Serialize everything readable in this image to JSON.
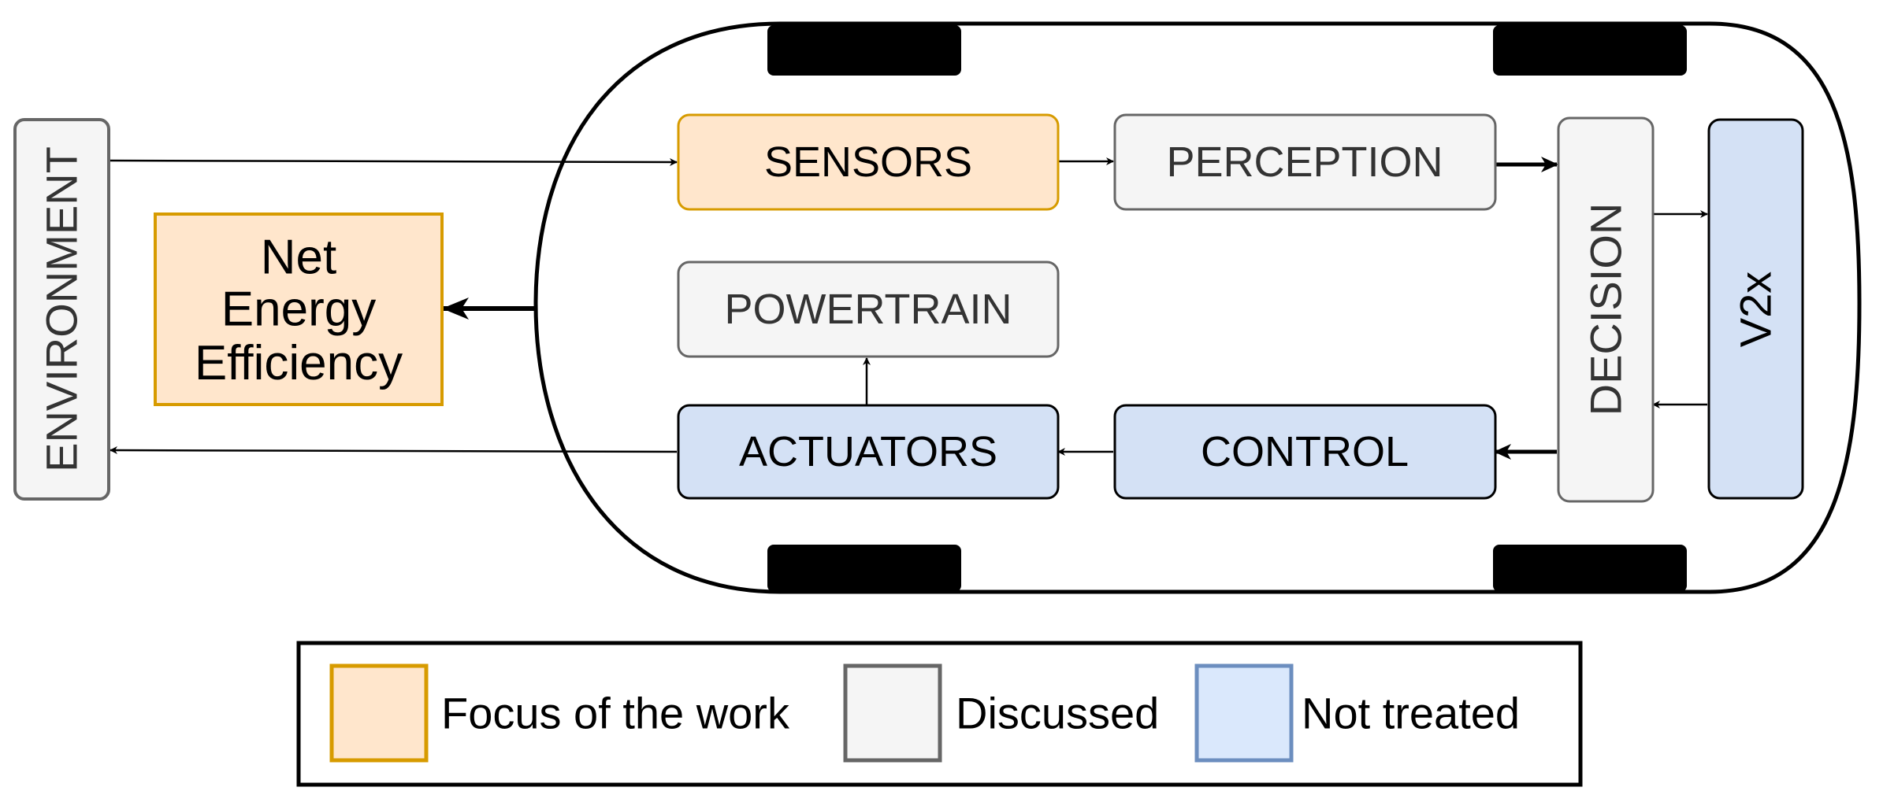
{
  "nodes": {
    "environment": "ENVIRONMENT",
    "net_energy": [
      "Net",
      "Energy",
      "Efficiency"
    ],
    "sensors": "SENSORS",
    "perception": "PERCEPTION",
    "decision": "DECISION",
    "v2x": "V2x",
    "powertrain": "POWERTRAIN",
    "actuators": "ACTUATORS",
    "control": "CONTROL"
  },
  "legend": {
    "focus": "Focus of the work",
    "discussed": "Discussed",
    "not_treated": "Not treated"
  },
  "colors": {
    "focus_fill": "#ffe6cc",
    "focus_stroke": "#d79b00",
    "discussed_fill": "#f5f5f5",
    "discussed_stroke": "#666666",
    "not_treated_fill": "#d4e1f5",
    "not_treated_stroke": "#6c8ebf",
    "legend_not_treated_fill": "#dae8fc"
  }
}
